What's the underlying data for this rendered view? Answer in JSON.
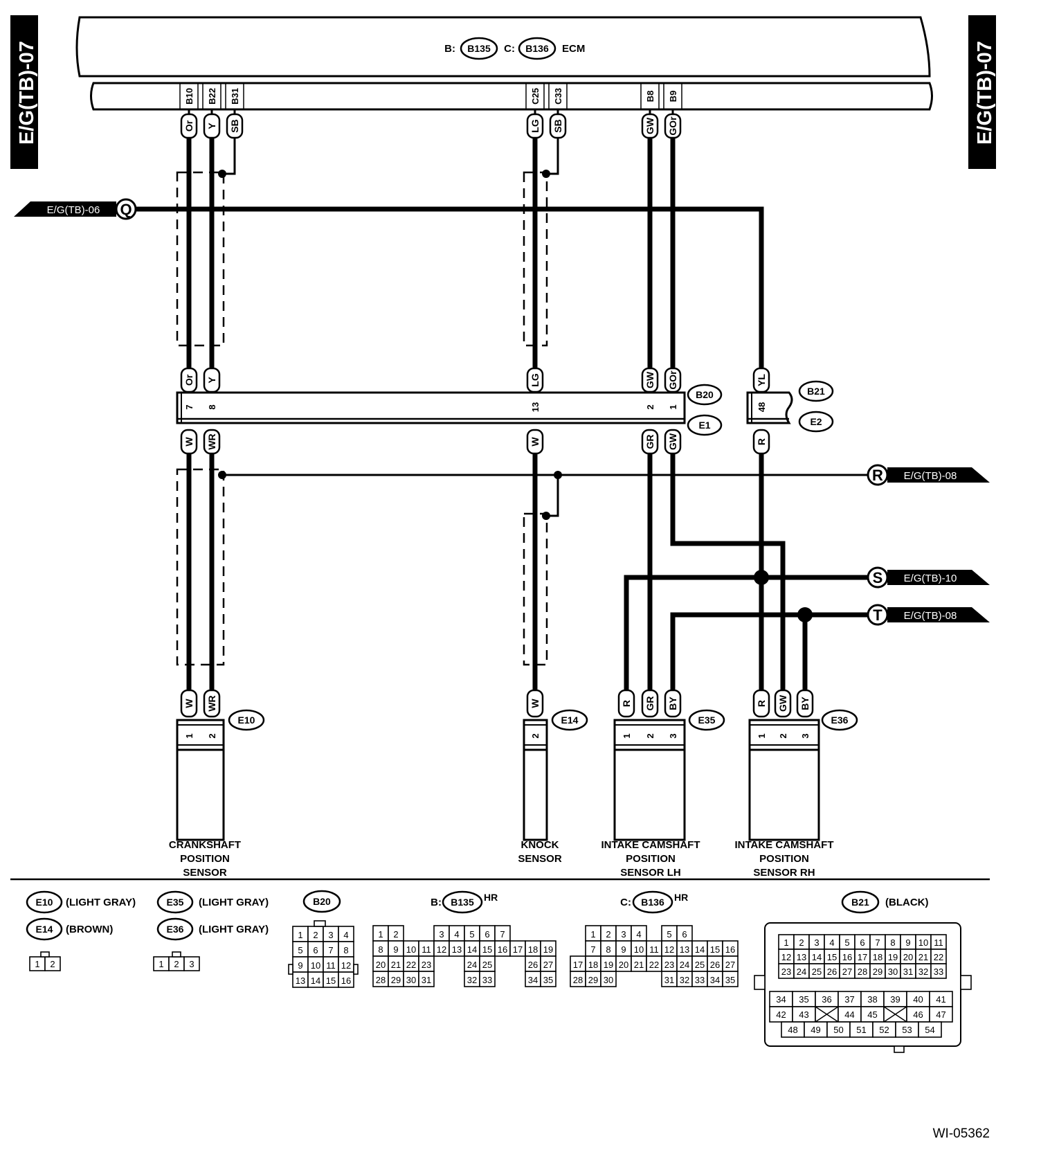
{
  "page_ref": "E/G(TB)-07",
  "ecm": {
    "b_prefix": "B:",
    "b_code": "B135",
    "c_prefix": "C:",
    "c_code": "B136",
    "label": "ECM"
  },
  "ecm_terminals": [
    {
      "id": "t_b10",
      "pin": "B10",
      "color": "Or"
    },
    {
      "id": "t_b22",
      "pin": "B22",
      "color": "Y"
    },
    {
      "id": "t_b31",
      "pin": "B31",
      "color": "SB"
    },
    {
      "id": "t_c25",
      "pin": "C25",
      "color": "LG"
    },
    {
      "id": "t_c33",
      "pin": "C33",
      "color": "SB"
    },
    {
      "id": "t_b8",
      "pin": "B8",
      "color": "GW"
    },
    {
      "id": "t_b9",
      "pin": "B9",
      "color": "GOr"
    }
  ],
  "refs": [
    {
      "id": "ref_q",
      "letter": "Q",
      "page": "E/G(TB)-06"
    },
    {
      "id": "ref_r",
      "letter": "R",
      "page": "E/G(TB)-08"
    },
    {
      "id": "ref_s",
      "letter": "S",
      "page": "E/G(TB)-10"
    },
    {
      "id": "ref_t",
      "letter": "T",
      "page": "E/G(TB)-08"
    }
  ],
  "joint_connector": {
    "upper_codes": [
      "B20",
      "B21"
    ],
    "lower_codes": [
      "E1",
      "E2"
    ],
    "upper_colors": [
      "Or",
      "Y",
      "LG",
      "GW",
      "GOr",
      "YL"
    ],
    "pins": [
      "7",
      "8",
      "13",
      "2",
      "1",
      "48"
    ],
    "lower_colors": [
      "W",
      "WR",
      "W",
      "GR",
      "GW",
      "R"
    ]
  },
  "sensors": [
    {
      "id": "e10",
      "code": "E10",
      "pins": [
        "1",
        "2"
      ],
      "colors": [
        "W",
        "WR"
      ],
      "name": [
        "CRANKSHAFT",
        "POSITION",
        "SENSOR"
      ]
    },
    {
      "id": "e14",
      "code": "E14",
      "pins": [
        "2"
      ],
      "colors": [
        "W"
      ],
      "name": [
        "KNOCK",
        "SENSOR"
      ]
    },
    {
      "id": "e35",
      "code": "E35",
      "pins": [
        "1",
        "2",
        "3"
      ],
      "colors": [
        "R",
        "GR",
        "BY"
      ],
      "name": [
        "INTAKE CAMSHAFT",
        "POSITION",
        "SENSOR LH"
      ]
    },
    {
      "id": "e36",
      "code": "E36",
      "pins": [
        "1",
        "2",
        "3"
      ],
      "colors": [
        "R",
        "GW",
        "BY"
      ],
      "name": [
        "INTAKE CAMSHAFT",
        "POSITION",
        "SENSOR RH"
      ]
    }
  ],
  "legend": {
    "e10": {
      "code": "E10",
      "desc": "(LIGHT GRAY)"
    },
    "e14": {
      "code": "E14",
      "desc": "(BROWN)"
    },
    "e35": {
      "code": "E35",
      "desc": "(LIGHT GRAY)"
    },
    "e36": {
      "code": "E36",
      "desc": "(LIGHT GRAY)"
    },
    "b20": {
      "code": "B20"
    },
    "b135": {
      "prefix": "B:",
      "code": "B135",
      "suffix": "HR"
    },
    "b136": {
      "prefix": "C:",
      "code": "B136",
      "suffix": "HR"
    },
    "b21": {
      "code": "B21",
      "desc": "(BLACK)"
    },
    "two_pin": [
      "1",
      "2"
    ],
    "three_pin": [
      "1",
      "2",
      "3"
    ],
    "b20_rows": [
      [
        "1",
        "2",
        "3",
        "4"
      ],
      [
        "5",
        "6",
        "7",
        "8"
      ],
      [
        "9",
        "10",
        "11",
        "12"
      ],
      [
        "13",
        "14",
        "15",
        "16"
      ]
    ],
    "b135_rows": [
      [
        "1",
        "2",
        "",
        "",
        "3",
        "4",
        "5",
        "6",
        "7"
      ],
      [
        "8",
        "9",
        "10",
        "11",
        "12",
        "13",
        "14",
        "15",
        "16",
        "17",
        "18",
        "19"
      ],
      [
        "20",
        "21",
        "22",
        "23",
        "",
        "",
        "24",
        "25",
        "",
        "",
        "26",
        "27"
      ],
      [
        "28",
        "29",
        "30",
        "31",
        "",
        "",
        "32",
        "33",
        "",
        "",
        "34",
        "35"
      ]
    ],
    "b136_rows": [
      [
        "",
        "1",
        "2",
        "3",
        "4",
        "",
        "5",
        "6"
      ],
      [
        "",
        "7",
        "8",
        "9",
        "10",
        "11",
        "12",
        "13",
        "14",
        "15",
        "16"
      ],
      [
        "17",
        "18",
        "19",
        "20",
        "21",
        "22",
        "23",
        "24",
        "25",
        "26",
        "27"
      ],
      [
        "28",
        "29",
        "30",
        "",
        "",
        "",
        "31",
        "32",
        "33",
        "34",
        "35"
      ]
    ],
    "b21_rows": [
      [
        "1",
        "2",
        "3",
        "4",
        "5",
        "6",
        "7",
        "8",
        "9",
        "10",
        "11"
      ],
      [
        "12",
        "13",
        "14",
        "15",
        "16",
        "17",
        "18",
        "19",
        "20",
        "21",
        "22"
      ],
      [
        "23",
        "24",
        "25",
        "26",
        "27",
        "28",
        "29",
        "30",
        "31",
        "32",
        "33"
      ],
      [
        "34",
        "35",
        "36",
        "37",
        "38",
        "39",
        "40",
        "41"
      ],
      [
        "42",
        "43",
        "",
        "44",
        "45",
        "",
        "46",
        "47"
      ],
      [
        "48",
        "49",
        "50",
        "51",
        "52",
        "53",
        "54"
      ]
    ]
  },
  "figure_id": "WI-05362"
}
